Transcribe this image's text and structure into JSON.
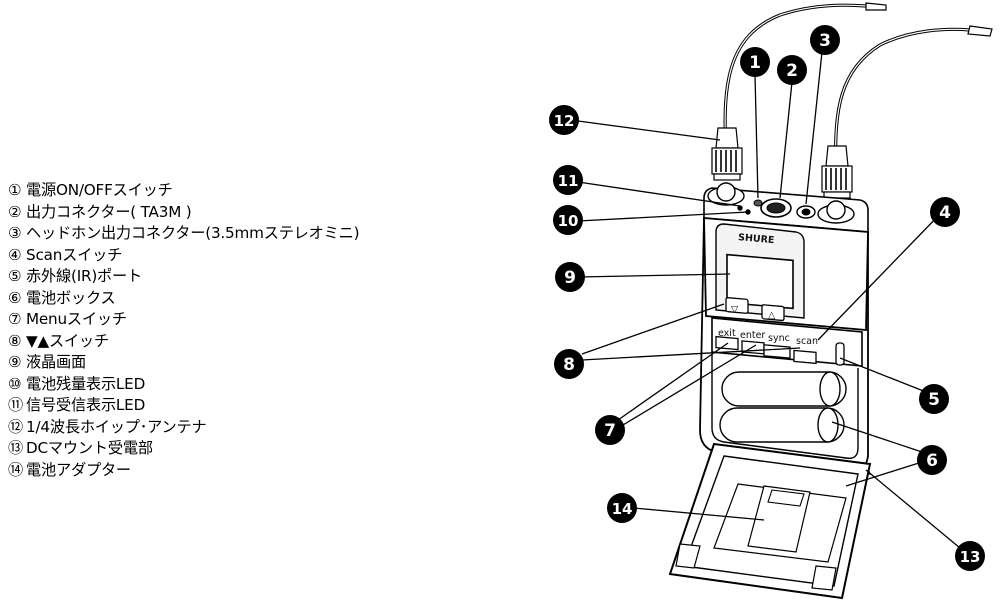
{
  "legend": [
    {
      "num": "①",
      "text": "電源ON/OFFスイッチ"
    },
    {
      "num": "②",
      "text": "出力コネクター( TA3M )"
    },
    {
      "num": "③",
      "text": "ヘッドホン出力コネクター(3.5mmステレオミニ)"
    },
    {
      "num": "④",
      "text": "Scanスイッチ"
    },
    {
      "num": "⑤",
      "text": "赤外線(IR)ポート"
    },
    {
      "num": "⑥",
      "text": "電池ボックス"
    },
    {
      "num": "⑦",
      "text": "Menuスイッチ"
    },
    {
      "num": "⑧",
      "text": "▼▲スイッチ"
    },
    {
      "num": "⑨",
      "text": "液晶画面"
    },
    {
      "num": "⑩",
      "text": "電池残量表示LED"
    },
    {
      "num": "⑪",
      "text": "信号受信表示LED"
    },
    {
      "num": "⑫",
      "text": "1/4波長ホイップ･アンテナ"
    },
    {
      "num": "⑬",
      "text": "DCマウント受電部"
    },
    {
      "num": "⑭",
      "text": "電池アダプター"
    }
  ],
  "device": {
    "brand": "SHURE",
    "buttons": {
      "exit": "exit",
      "enter": "enter",
      "sync": "sync",
      "scan": "scan"
    },
    "down_arrow": "▽",
    "up_arrow": "△"
  },
  "callouts": [
    "1",
    "2",
    "3",
    "4",
    "5",
    "6",
    "7",
    "8",
    "9",
    "10",
    "11",
    "12",
    "13",
    "14"
  ]
}
